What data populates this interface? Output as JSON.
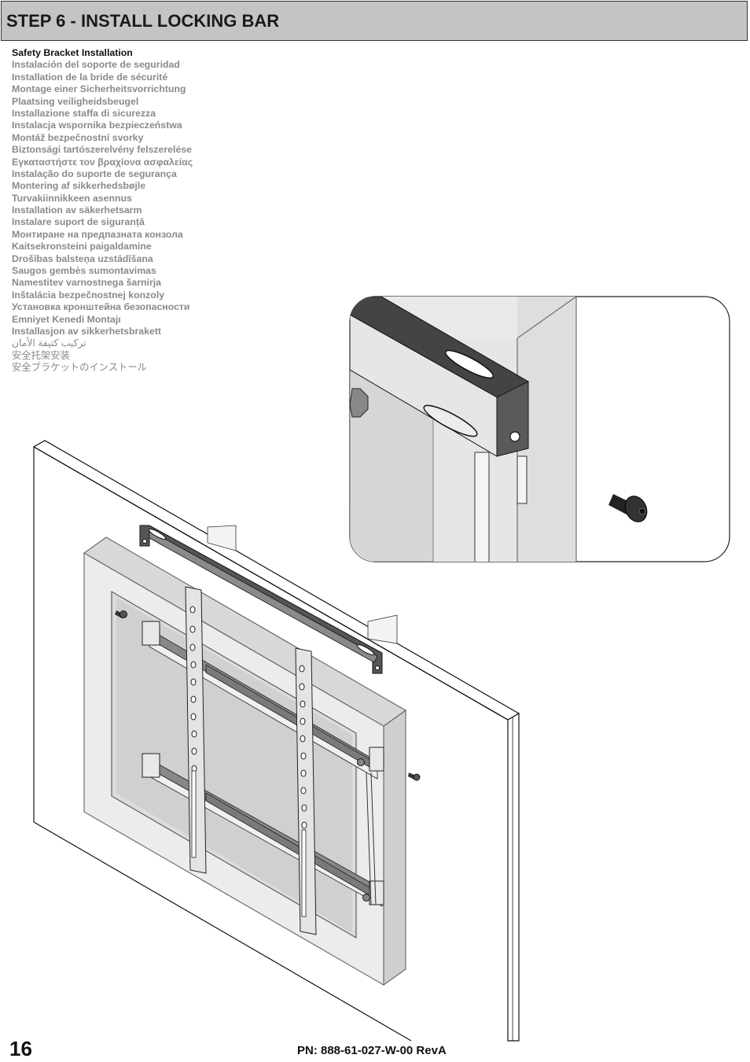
{
  "header": {
    "title": "STEP 6 - INSTALL LOCKING BAR"
  },
  "instructions": {
    "languages": [
      "Safety Bracket Installation",
      "Instalación del soporte de seguridad",
      "Installation de la bride de sécurité",
      "Montage einer Sicherheitsvorrichtung",
      "Plaatsing veiligheidsbeugel",
      "Installazione staffa di sicurezza",
      "Instalacja wspornika bezpieczeństwa",
      "Montáž bezpečnostní svorky",
      "Biztonsági tartószerelvény felszerelése",
      "Εγκαταστήστε τον βραχίονα ασφαλείας",
      "Instalação do suporte de segurança",
      "Montering af sikkerhedsbøjle",
      "Turvakiinnikkeen asennus",
      "Installation av säkerhetsarm",
      " Instalare suport de siguranță",
      "Монтиране на предпазната конзола",
      "Kaitsekronsteini paigaldamine",
      "Drošības balsteņa uzstādīšana",
      "Saugos gembės sumontavimas",
      "Namestitev varnostnega šarnirja",
      "Inštalácia bezpečnostnej konzoly",
      "Установка кронштейна безопасности",
      "Emniyet Kenedi Montajı",
      "Installasjon av sikkerhetsbrakett",
      "تركيب كتيفة الأمان",
      "安全托架安装",
      "安全ブラケットのインストール"
    ]
  },
  "footer": {
    "page_number": "16",
    "part_number": "PN: 888-61-027-W-00 RevA"
  }
}
